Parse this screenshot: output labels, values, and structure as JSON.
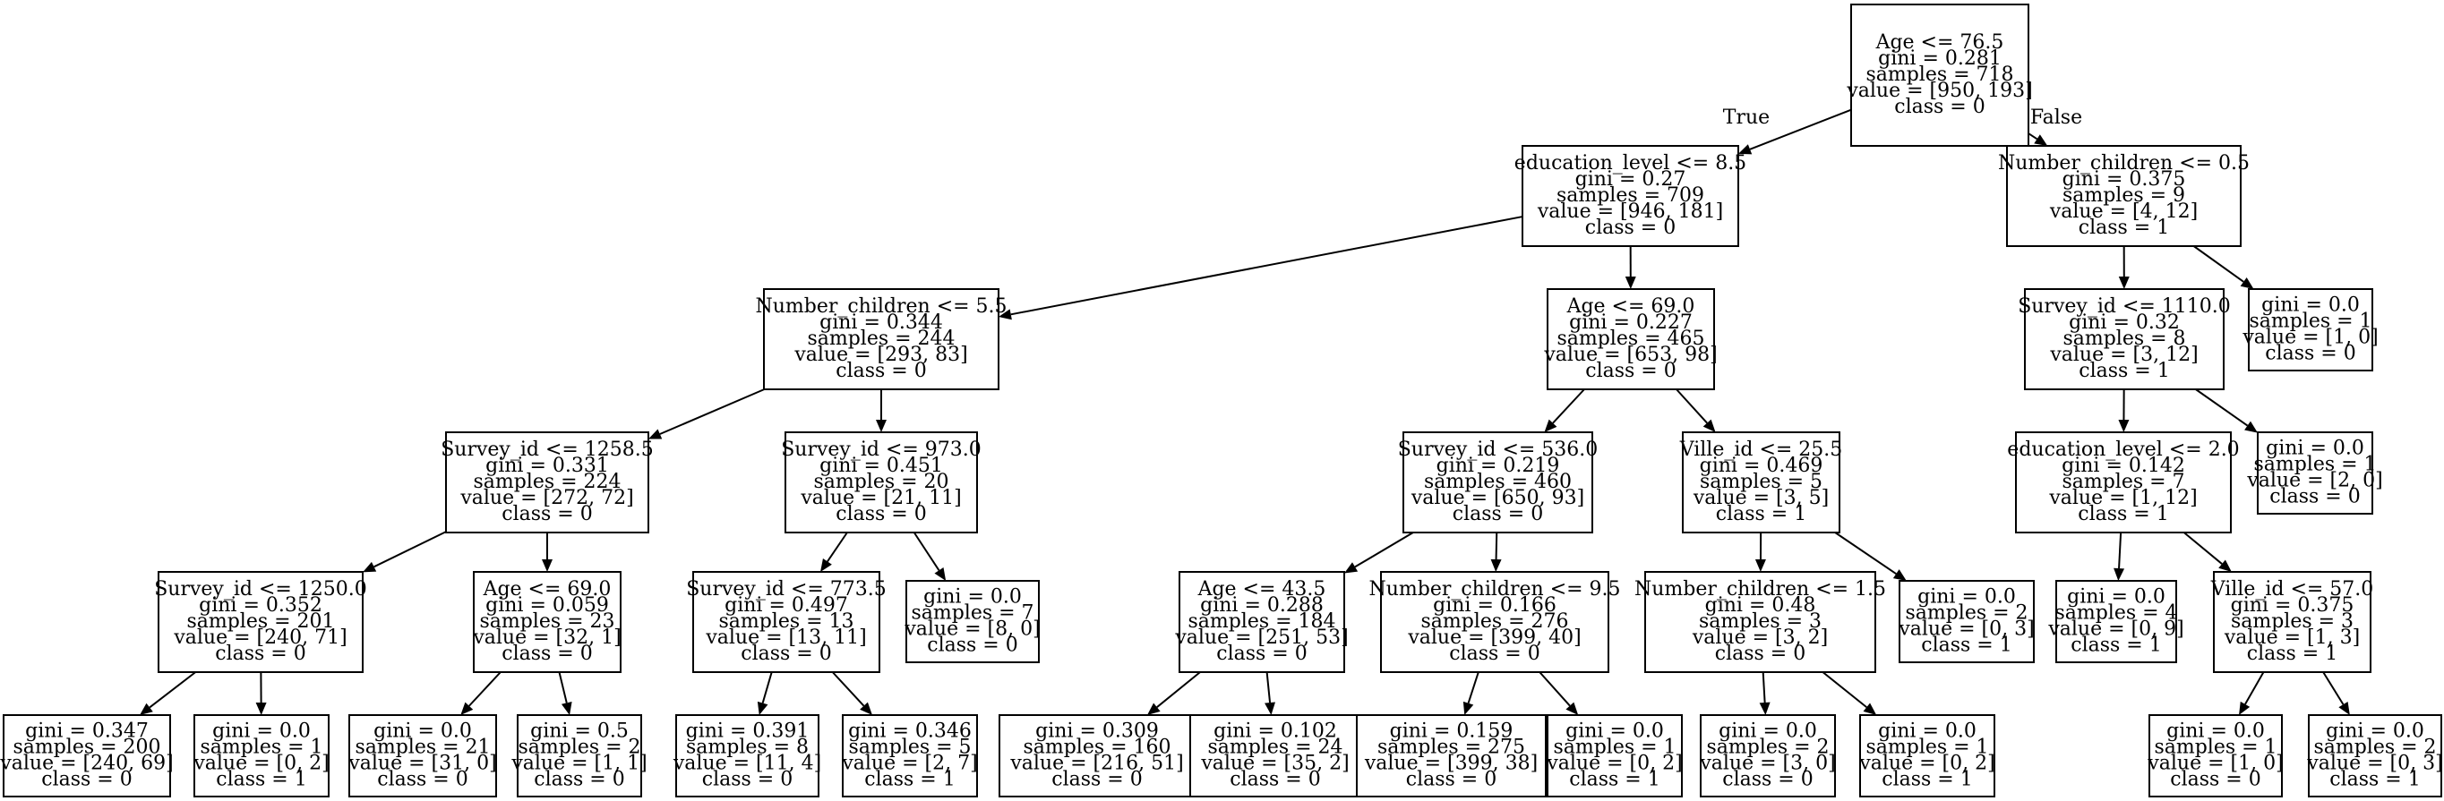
{
  "edge_labels": {
    "true_label": "True",
    "false_label": "False"
  },
  "nodes": [
    {
      "id": "n0",
      "lines": [
        "Age <= 76.5",
        "gini = 0.281",
        "samples = 718",
        "value = [950, 193]",
        "class = 0"
      ]
    },
    {
      "id": "n1",
      "lines": [
        "education_level <= 8.5",
        "gini = 0.27",
        "samples = 709",
        "value = [946, 181]",
        "class = 0"
      ]
    },
    {
      "id": "n2",
      "lines": [
        "Number_children <= 0.5",
        "gini = 0.375",
        "samples = 9",
        "value = [4, 12]",
        "class = 1"
      ]
    },
    {
      "id": "n3",
      "lines": [
        "Number_children <= 5.5",
        "gini = 0.344",
        "samples = 244",
        "value = [293, 83]",
        "class = 0"
      ]
    },
    {
      "id": "n4",
      "lines": [
        "Age <= 69.0",
        "gini = 0.227",
        "samples = 465",
        "value = [653, 98]",
        "class = 0"
      ]
    },
    {
      "id": "n5",
      "lines": [
        "Survey_id <= 1110.0",
        "gini = 0.32",
        "samples = 8",
        "value = [3, 12]",
        "class = 1"
      ]
    },
    {
      "id": "n6",
      "lines": [
        "gini = 0.0",
        "samples = 1",
        "value = [1, 0]",
        "class = 0"
      ]
    },
    {
      "id": "n7",
      "lines": [
        "Survey_id <= 1258.5",
        "gini = 0.331",
        "samples = 224",
        "value = [272, 72]",
        "class = 0"
      ]
    },
    {
      "id": "n8",
      "lines": [
        "Survey_id <= 973.0",
        "gini = 0.451",
        "samples = 20",
        "value = [21, 11]",
        "class = 0"
      ]
    },
    {
      "id": "n9",
      "lines": [
        "Survey_id <= 536.0",
        "gini = 0.219",
        "samples = 460",
        "value = [650, 93]",
        "class = 0"
      ]
    },
    {
      "id": "n10",
      "lines": [
        "Ville_id <= 25.5",
        "gini = 0.469",
        "samples = 5",
        "value = [3, 5]",
        "class = 1"
      ]
    },
    {
      "id": "n11",
      "lines": [
        "education_level <= 2.0",
        "gini = 0.142",
        "samples = 7",
        "value = [1, 12]",
        "class = 1"
      ]
    },
    {
      "id": "n12",
      "lines": [
        "gini = 0.0",
        "samples = 1",
        "value = [2, 0]",
        "class = 0"
      ]
    },
    {
      "id": "n13",
      "lines": [
        "Survey_id <= 1250.0",
        "gini = 0.352",
        "samples = 201",
        "value = [240, 71]",
        "class = 0"
      ]
    },
    {
      "id": "n14",
      "lines": [
        "Age <= 69.0",
        "gini = 0.059",
        "samples = 23",
        "value = [32, 1]",
        "class = 0"
      ]
    },
    {
      "id": "n15",
      "lines": [
        "Survey_id <= 773.5",
        "gini = 0.497",
        "samples = 13",
        "value = [13, 11]",
        "class = 0"
      ]
    },
    {
      "id": "n16",
      "lines": [
        "gini = 0.0",
        "samples = 7",
        "value = [8, 0]",
        "class = 0"
      ]
    },
    {
      "id": "n17",
      "lines": [
        "Age <= 43.5",
        "gini = 0.288",
        "samples = 184",
        "value = [251, 53]",
        "class = 0"
      ]
    },
    {
      "id": "n18",
      "lines": [
        "Number_children <= 9.5",
        "gini = 0.166",
        "samples = 276",
        "value = [399, 40]",
        "class = 0"
      ]
    },
    {
      "id": "n19",
      "lines": [
        "Number_children <= 1.5",
        "gini = 0.48",
        "samples = 3",
        "value = [3, 2]",
        "class = 0"
      ]
    },
    {
      "id": "n20",
      "lines": [
        "gini = 0.0",
        "samples = 2",
        "value = [0, 3]",
        "class = 1"
      ]
    },
    {
      "id": "n21",
      "lines": [
        "gini = 0.0",
        "samples = 4",
        "value = [0, 9]",
        "class = 1"
      ]
    },
    {
      "id": "n22",
      "lines": [
        "Ville_id <= 57.0",
        "gini = 0.375",
        "samples = 3",
        "value = [1, 3]",
        "class = 1"
      ]
    },
    {
      "id": "n23",
      "lines": [
        "gini = 0.347",
        "samples = 200",
        "value = [240, 69]",
        "class = 0"
      ]
    },
    {
      "id": "n24",
      "lines": [
        "gini = 0.0",
        "samples = 1",
        "value = [0, 2]",
        "class = 1"
      ]
    },
    {
      "id": "n25",
      "lines": [
        "gini = 0.0",
        "samples = 21",
        "value = [31, 0]",
        "class = 0"
      ]
    },
    {
      "id": "n26",
      "lines": [
        "gini = 0.5",
        "samples = 2",
        "value = [1, 1]",
        "class = 0"
      ]
    },
    {
      "id": "n27",
      "lines": [
        "gini = 0.391",
        "samples = 8",
        "value = [11, 4]",
        "class = 0"
      ]
    },
    {
      "id": "n28",
      "lines": [
        "gini = 0.346",
        "samples = 5",
        "value = [2, 7]",
        "class = 1"
      ]
    },
    {
      "id": "n29",
      "lines": [
        "gini = 0.309",
        "samples = 160",
        "value = [216, 51]",
        "class = 0"
      ]
    },
    {
      "id": "n30",
      "lines": [
        "gini = 0.102",
        "samples = 24",
        "value = [35, 2]",
        "class = 0"
      ]
    },
    {
      "id": "n31",
      "lines": [
        "gini = 0.159",
        "samples = 275",
        "value = [399, 38]",
        "class = 0"
      ]
    },
    {
      "id": "n32",
      "lines": [
        "gini = 0.0",
        "samples = 1",
        "value = [0, 2]",
        "class = 1"
      ]
    },
    {
      "id": "n33",
      "lines": [
        "gini = 0.0",
        "samples = 2",
        "value = [3, 0]",
        "class = 0"
      ]
    },
    {
      "id": "n34",
      "lines": [
        "gini = 0.0",
        "samples = 1",
        "value = [0, 2]",
        "class = 1"
      ]
    },
    {
      "id": "n35",
      "lines": [
        "gini = 0.0",
        "samples = 1",
        "value = [1, 0]",
        "class = 0"
      ]
    },
    {
      "id": "n36",
      "lines": [
        "gini = 0.0",
        "samples = 2",
        "value = [0, 3]",
        "class = 1"
      ]
    }
  ],
  "edges": [
    {
      "from": "n0",
      "to": "n1"
    },
    {
      "from": "n0",
      "to": "n2"
    },
    {
      "from": "n1",
      "to": "n3"
    },
    {
      "from": "n1",
      "to": "n4"
    },
    {
      "from": "n2",
      "to": "n5"
    },
    {
      "from": "n2",
      "to": "n6"
    },
    {
      "from": "n3",
      "to": "n7"
    },
    {
      "from": "n3",
      "to": "n8"
    },
    {
      "from": "n4",
      "to": "n9"
    },
    {
      "from": "n4",
      "to": "n10"
    },
    {
      "from": "n5",
      "to": "n11"
    },
    {
      "from": "n5",
      "to": "n12"
    },
    {
      "from": "n7",
      "to": "n13"
    },
    {
      "from": "n7",
      "to": "n14"
    },
    {
      "from": "n8",
      "to": "n15"
    },
    {
      "from": "n8",
      "to": "n16"
    },
    {
      "from": "n9",
      "to": "n17"
    },
    {
      "from": "n9",
      "to": "n18"
    },
    {
      "from": "n10",
      "to": "n19"
    },
    {
      "from": "n10",
      "to": "n20"
    },
    {
      "from": "n11",
      "to": "n21"
    },
    {
      "from": "n11",
      "to": "n22"
    },
    {
      "from": "n13",
      "to": "n23"
    },
    {
      "from": "n13",
      "to": "n24"
    },
    {
      "from": "n14",
      "to": "n25"
    },
    {
      "from": "n14",
      "to": "n26"
    },
    {
      "from": "n15",
      "to": "n27"
    },
    {
      "from": "n15",
      "to": "n28"
    },
    {
      "from": "n17",
      "to": "n29"
    },
    {
      "from": "n17",
      "to": "n30"
    },
    {
      "from": "n18",
      "to": "n31"
    },
    {
      "from": "n18",
      "to": "n32"
    },
    {
      "from": "n19",
      "to": "n33"
    },
    {
      "from": "n19",
      "to": "n34"
    },
    {
      "from": "n22",
      "to": "n35"
    },
    {
      "from": "n22",
      "to": "n36"
    }
  ]
}
